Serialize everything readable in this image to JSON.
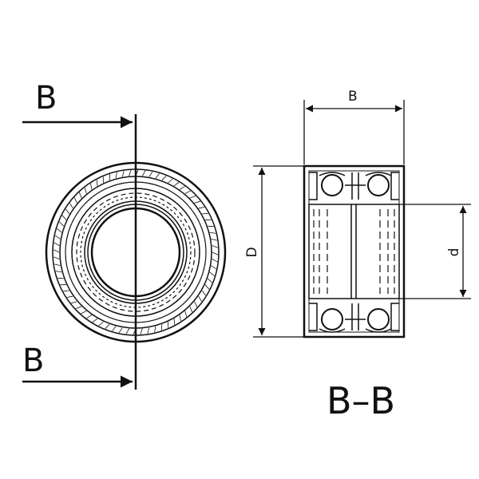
{
  "labels": {
    "section_top": "B",
    "section_bottom": "B",
    "width_dim": "B",
    "outer_dim": "D",
    "inner_dim": "d",
    "section_title": "B–B"
  },
  "colors": {
    "line": "#111111",
    "background": "#ffffff"
  }
}
